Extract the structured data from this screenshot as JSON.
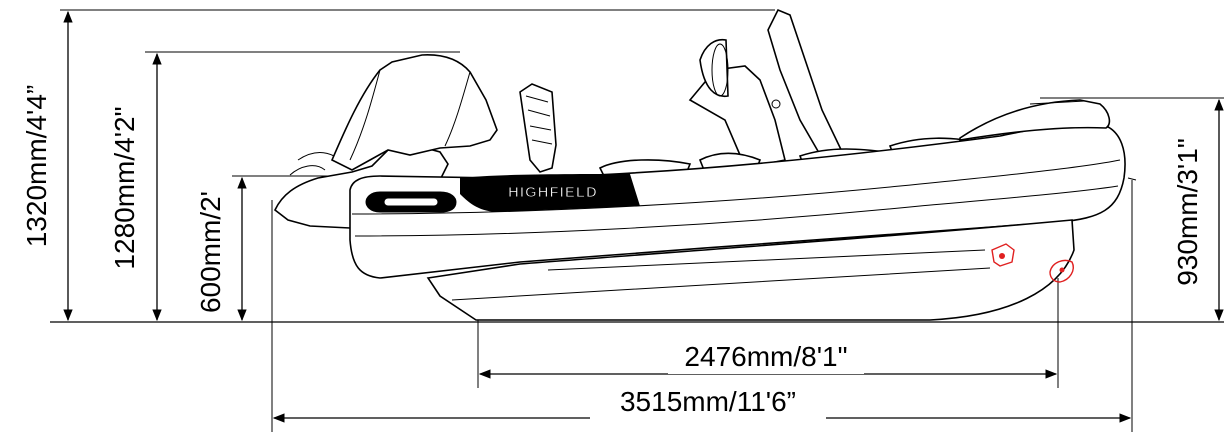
{
  "brand": {
    "logo_text": "HIGHFIELD",
    "hull_color": "#000000",
    "accent_color": "#e02020"
  },
  "dimensions": {
    "height_overall": "1320mm/4'4”",
    "height_console": "1280mm/4'2\"",
    "height_seat": "600mm/2'",
    "height_tube": "930mm/3'1\"",
    "length_waterline": "2476mm/8'1\"",
    "length_overall": "3515mm/11'6”"
  }
}
